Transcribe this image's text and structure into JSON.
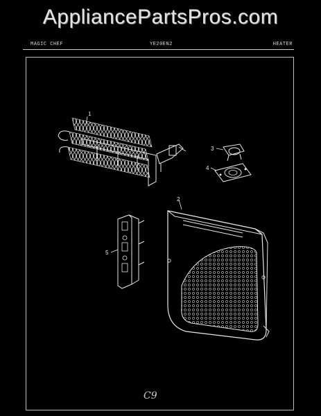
{
  "watermark": "AppliancePartsPros.com",
  "header": {
    "brand": "MAGIC CHEF",
    "model": "YE20EN2",
    "section": "HEATER"
  },
  "callouts": {
    "heater_element": "1",
    "heater_housing": "2",
    "thermostat": "3",
    "thermal_fuse": "4",
    "terminal_block": "5"
  },
  "footer": {
    "page_code": "C9"
  },
  "colors": {
    "background": "#000000",
    "line": "#e8e8e8"
  }
}
